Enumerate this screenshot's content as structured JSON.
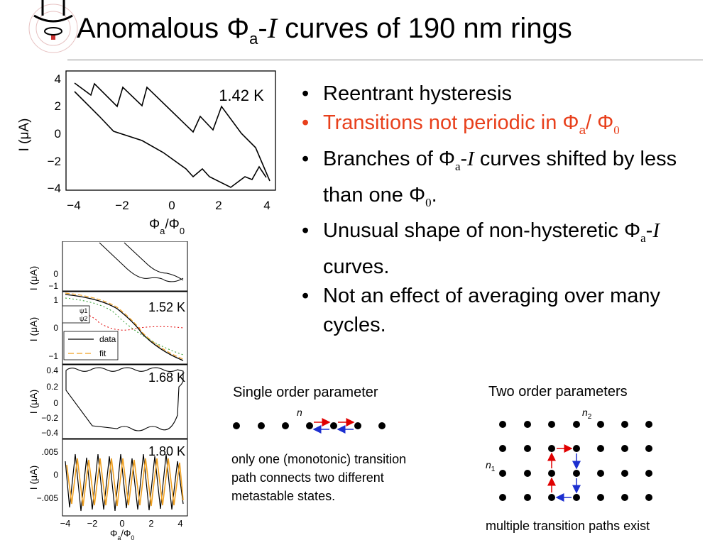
{
  "title": {
    "main": "Anomalous Φ",
    "sub": "a",
    "dash": "-",
    "ital": "I",
    "rest": " curves of 190 nm rings"
  },
  "bullets": [
    {
      "text": "Reentrant hysteresis"
    },
    {
      "pre": "Transitions not periodic in Φ",
      "s1": "a",
      "mid": "/ Φ",
      "s2": "0"
    },
    {
      "pre": "Branches of Φ",
      "s1": "a",
      "dash": "-",
      "ital": "I",
      "post": " curves shifted by less than one Φ",
      "s2": "0",
      "end": "."
    },
    {
      "pre": "Unusual shape of non-hysteretic Φ",
      "s1": "a",
      "dash": "-",
      "ital": "I",
      "post": " curves."
    },
    {
      "text": "Not an effect of averaging over many cycles."
    }
  ],
  "bullet_char": "•",
  "colors": {
    "highlight": "#e8401c",
    "arrow_red": "#e00000",
    "arrow_blue": "#1c2fd0",
    "fit": "#f0a020"
  },
  "top_plot": {
    "ylabel": "I (μA)",
    "xlabel_main": "Φ",
    "xlabel_sub1": "a",
    "xlabel_mid": "/Φ",
    "xlabel_sub2": "0",
    "temp": "1.42 K",
    "xticks": [
      "−4",
      "−2",
      "0",
      "2",
      "4"
    ],
    "yticks": [
      "4",
      "2",
      "0",
      "−2",
      "−4"
    ]
  },
  "panels": [
    {
      "temp": "",
      "yticks": [
        "0",
        "−1"
      ]
    },
    {
      "temp": "1.52 K",
      "yticks": [
        "1",
        "0",
        "−1"
      ],
      "legend1": [
        "ψ1",
        "ψ2"
      ],
      "legend2": [
        "data",
        "fit"
      ]
    },
    {
      "temp": "1.68 K",
      "yticks": [
        "0.4",
        "0.2",
        "0",
        "−0.2",
        "−0.4"
      ]
    },
    {
      "temp": "1.80 K",
      "yticks": [
        ".005",
        "0",
        "−.005"
      ]
    }
  ],
  "stack": {
    "ylabel": "I (μA)",
    "xticks": [
      "−4",
      "−2",
      "0",
      "2",
      "4"
    ],
    "xlabel_main": "Φ",
    "xlabel_sub1": "a",
    "xlabel_mid": "/Φ",
    "xlabel_sub2": "0"
  },
  "single": {
    "heading": "Single order parameter",
    "label": "n",
    "desc": "only one (monotonic) transition path connects two different metastable states."
  },
  "two": {
    "heading": "Two order parameters",
    "label_n2": "n",
    "label_n2_sub": "2",
    "label_n1": "n",
    "label_n1_sub": "1",
    "caption": "multiple transition paths exist"
  }
}
